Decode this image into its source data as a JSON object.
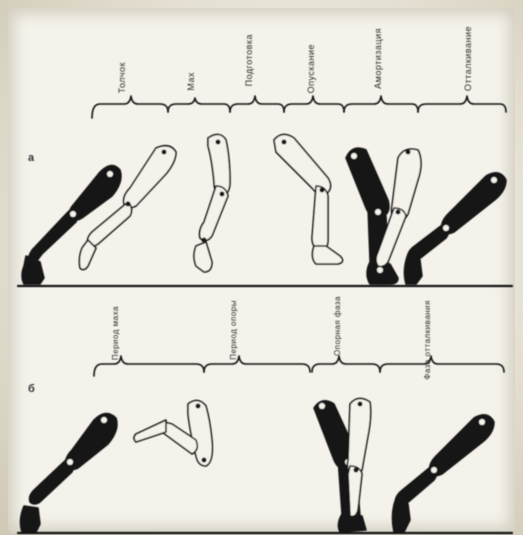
{
  "figure": {
    "top_row": {
      "letter": "a",
      "phase_labels": [
        "Толчок",
        "Мах",
        "Подготовка",
        "Опускание",
        "Амортизация",
        "Отталкивание"
      ]
    },
    "bottom_row": {
      "letter": "б",
      "phase_labels": [
        "Период маха",
        "Период опоры",
        "Опорная фаза",
        "Фаза отталкивания"
      ]
    }
  },
  "colors": {
    "ink": "#141414",
    "paper": "#f4f2ea",
    "frame": "#cfc8b4"
  }
}
